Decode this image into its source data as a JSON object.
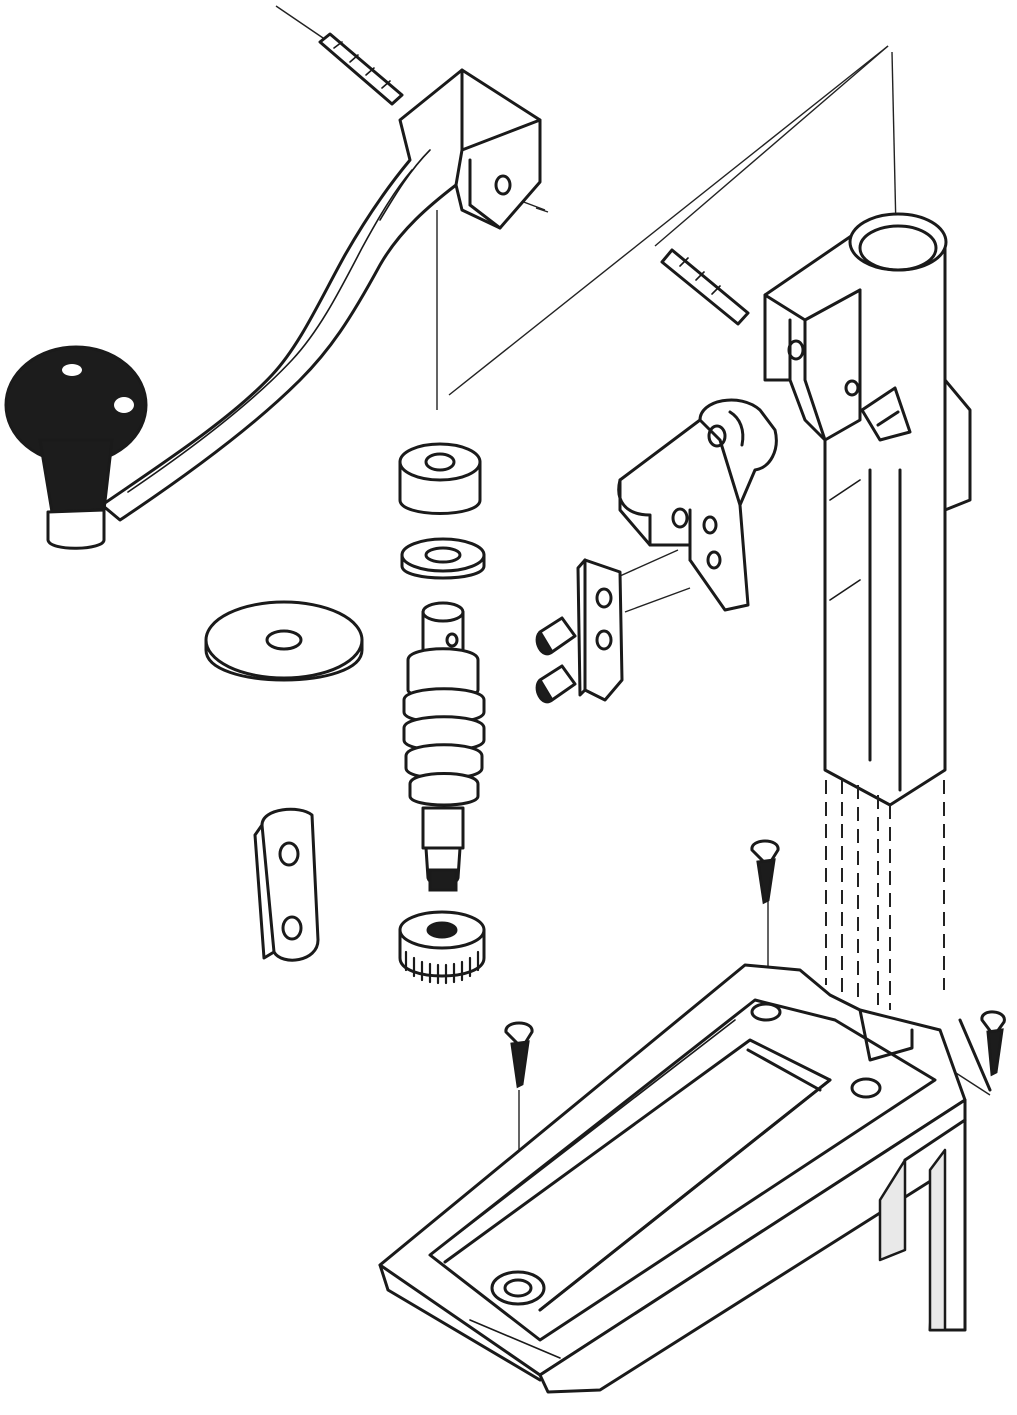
{
  "diagram": {
    "type": "exploded-assembly-illustration",
    "colors": {
      "ink": "#1a1a1a",
      "paper": "#ffffff",
      "shade": "#e9e9e9",
      "knob": "#1c1c1c"
    },
    "parts": [
      {
        "id": "crank-handle",
        "icon": "crank-arm-icon"
      },
      {
        "id": "handle-knob",
        "icon": "knob-icon"
      },
      {
        "id": "roll-pin-top",
        "icon": "pin-icon"
      },
      {
        "id": "roll-pin-mid",
        "icon": "pin-icon"
      },
      {
        "id": "spacer-bushing",
        "icon": "bushing-icon"
      },
      {
        "id": "small-washer",
        "icon": "washer-icon"
      },
      {
        "id": "large-washer",
        "icon": "washer-icon"
      },
      {
        "id": "worm-shaft",
        "icon": "shaft-icon"
      },
      {
        "id": "knurled-nut",
        "icon": "nut-icon"
      },
      {
        "id": "link-plate",
        "icon": "plate-icon"
      },
      {
        "id": "blade-holder",
        "icon": "clevis-icon"
      },
      {
        "id": "cutting-blade",
        "icon": "blade-icon"
      },
      {
        "id": "set-screws",
        "icon": "screw-icon"
      },
      {
        "id": "column",
        "icon": "column-icon"
      },
      {
        "id": "base-bracket",
        "icon": "bracket-icon"
      },
      {
        "id": "wood-screws",
        "icon": "screw-icon"
      }
    ]
  }
}
